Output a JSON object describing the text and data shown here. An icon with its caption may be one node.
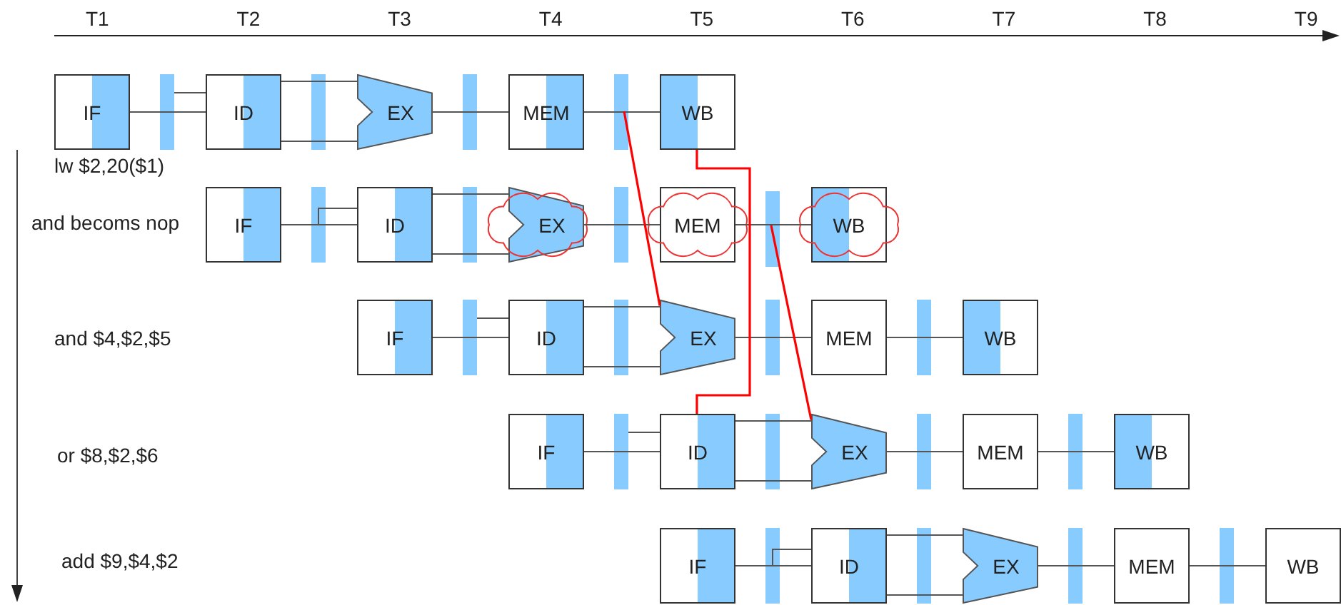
{
  "diagram": {
    "nodes": [
      {
        "text": [
          "IF"
        ]
      },
      {
        "text": [
          "ID"
        ]
      },
      {
        "text": [
          "EX"
        ]
      },
      {
        "text": [
          "MEM"
        ]
      },
      {
        "text": [
          "WB"
        ]
      },
      {
        "text": [
          "IF"
        ]
      },
      {
        "text": [
          "ID"
        ]
      },
      {
        "text": [
          "EX"
        ]
      },
      {
        "text": [
          "MEM"
        ]
      },
      {
        "text": [
          "WB"
        ]
      },
      {
        "text": [
          "IF"
        ]
      },
      {
        "text": [
          "ID"
        ]
      },
      {
        "text": [
          "EX"
        ]
      },
      {
        "text": [
          "MEM"
        ]
      },
      {
        "text": [
          "WB"
        ]
      },
      {
        "text": [
          "IF"
        ]
      },
      {
        "text": [
          "ID"
        ]
      },
      {
        "text": [
          "EX"
        ]
      },
      {
        "text": [
          "MEM"
        ]
      },
      {
        "text": [
          "WB"
        ]
      },
      {
        "text": [
          "IF"
        ]
      },
      {
        "text": [
          "ID"
        ]
      },
      {
        "text": [
          "EX"
        ]
      },
      {
        "text": [
          "MEM"
        ]
      },
      {
        "text": [
          "WB"
        ]
      }
    ],
    "edges": [
      {
        "from": 0,
        "to": 1,
        "arrow": "none"
      },
      {
        "from": 1,
        "to": 2,
        "arrow": "none"
      },
      {
        "from": 1,
        "to": 2,
        "arrow": "none"
      },
      {
        "from": 2,
        "to": 3,
        "arrow": "none"
      },
      {
        "from": 3,
        "to": 4,
        "arrow": "none"
      },
      {
        "from": 5,
        "to": 6,
        "arrow": "none"
      },
      {
        "from": 6,
        "to": 7,
        "arrow": "none"
      },
      {
        "from": 6,
        "to": 7,
        "arrow": "none"
      },
      {
        "from": 7,
        "to": 8,
        "arrow": "none"
      },
      {
        "from": 8,
        "to": 9,
        "arrow": "none"
      },
      {
        "from": 10,
        "to": 11,
        "arrow": "none"
      },
      {
        "from": 11,
        "to": 12,
        "arrow": "none"
      },
      {
        "from": 11,
        "to": 12,
        "arrow": "none"
      },
      {
        "from": 12,
        "to": 13,
        "arrow": "none"
      },
      {
        "from": 13,
        "to": 14,
        "arrow": "none"
      },
      {
        "from": 15,
        "to": 16,
        "arrow": "none"
      },
      {
        "from": 16,
        "to": 17,
        "arrow": "none"
      },
      {
        "from": 16,
        "to": 17,
        "arrow": "none"
      },
      {
        "from": 17,
        "to": 18,
        "arrow": "none"
      },
      {
        "from": 18,
        "to": 19,
        "arrow": "none"
      },
      {
        "from": 20,
        "to": 21,
        "arrow": "none"
      },
      {
        "from": 21,
        "to": 22,
        "arrow": "none"
      },
      {
        "from": 21,
        "to": 22,
        "arrow": "none"
      },
      {
        "from": 22,
        "to": 23,
        "arrow": "none"
      },
      {
        "from": 23,
        "to": 24,
        "arrow": "none"
      },
      {
        "from": null,
        "to": 12,
        "arrow": "none",
        "color": "#ff0000"
      },
      {
        "from": 4,
        "to": 16,
        "arrow": "none",
        "color": "#ff0000"
      },
      {
        "from": null,
        "to": 17,
        "arrow": "none",
        "color": "#ff0000"
      }
    ],
    "labels": [
      "T1",
      "T2",
      "T3",
      "T4",
      "T5",
      "T6",
      "T7",
      "T8",
      "T9",
      "lw $2,20($1)",
      "and becoms nop",
      "and $4,$2,$5",
      "or $8,$2,$6",
      "add $9,$4,$2"
    ]
  }
}
